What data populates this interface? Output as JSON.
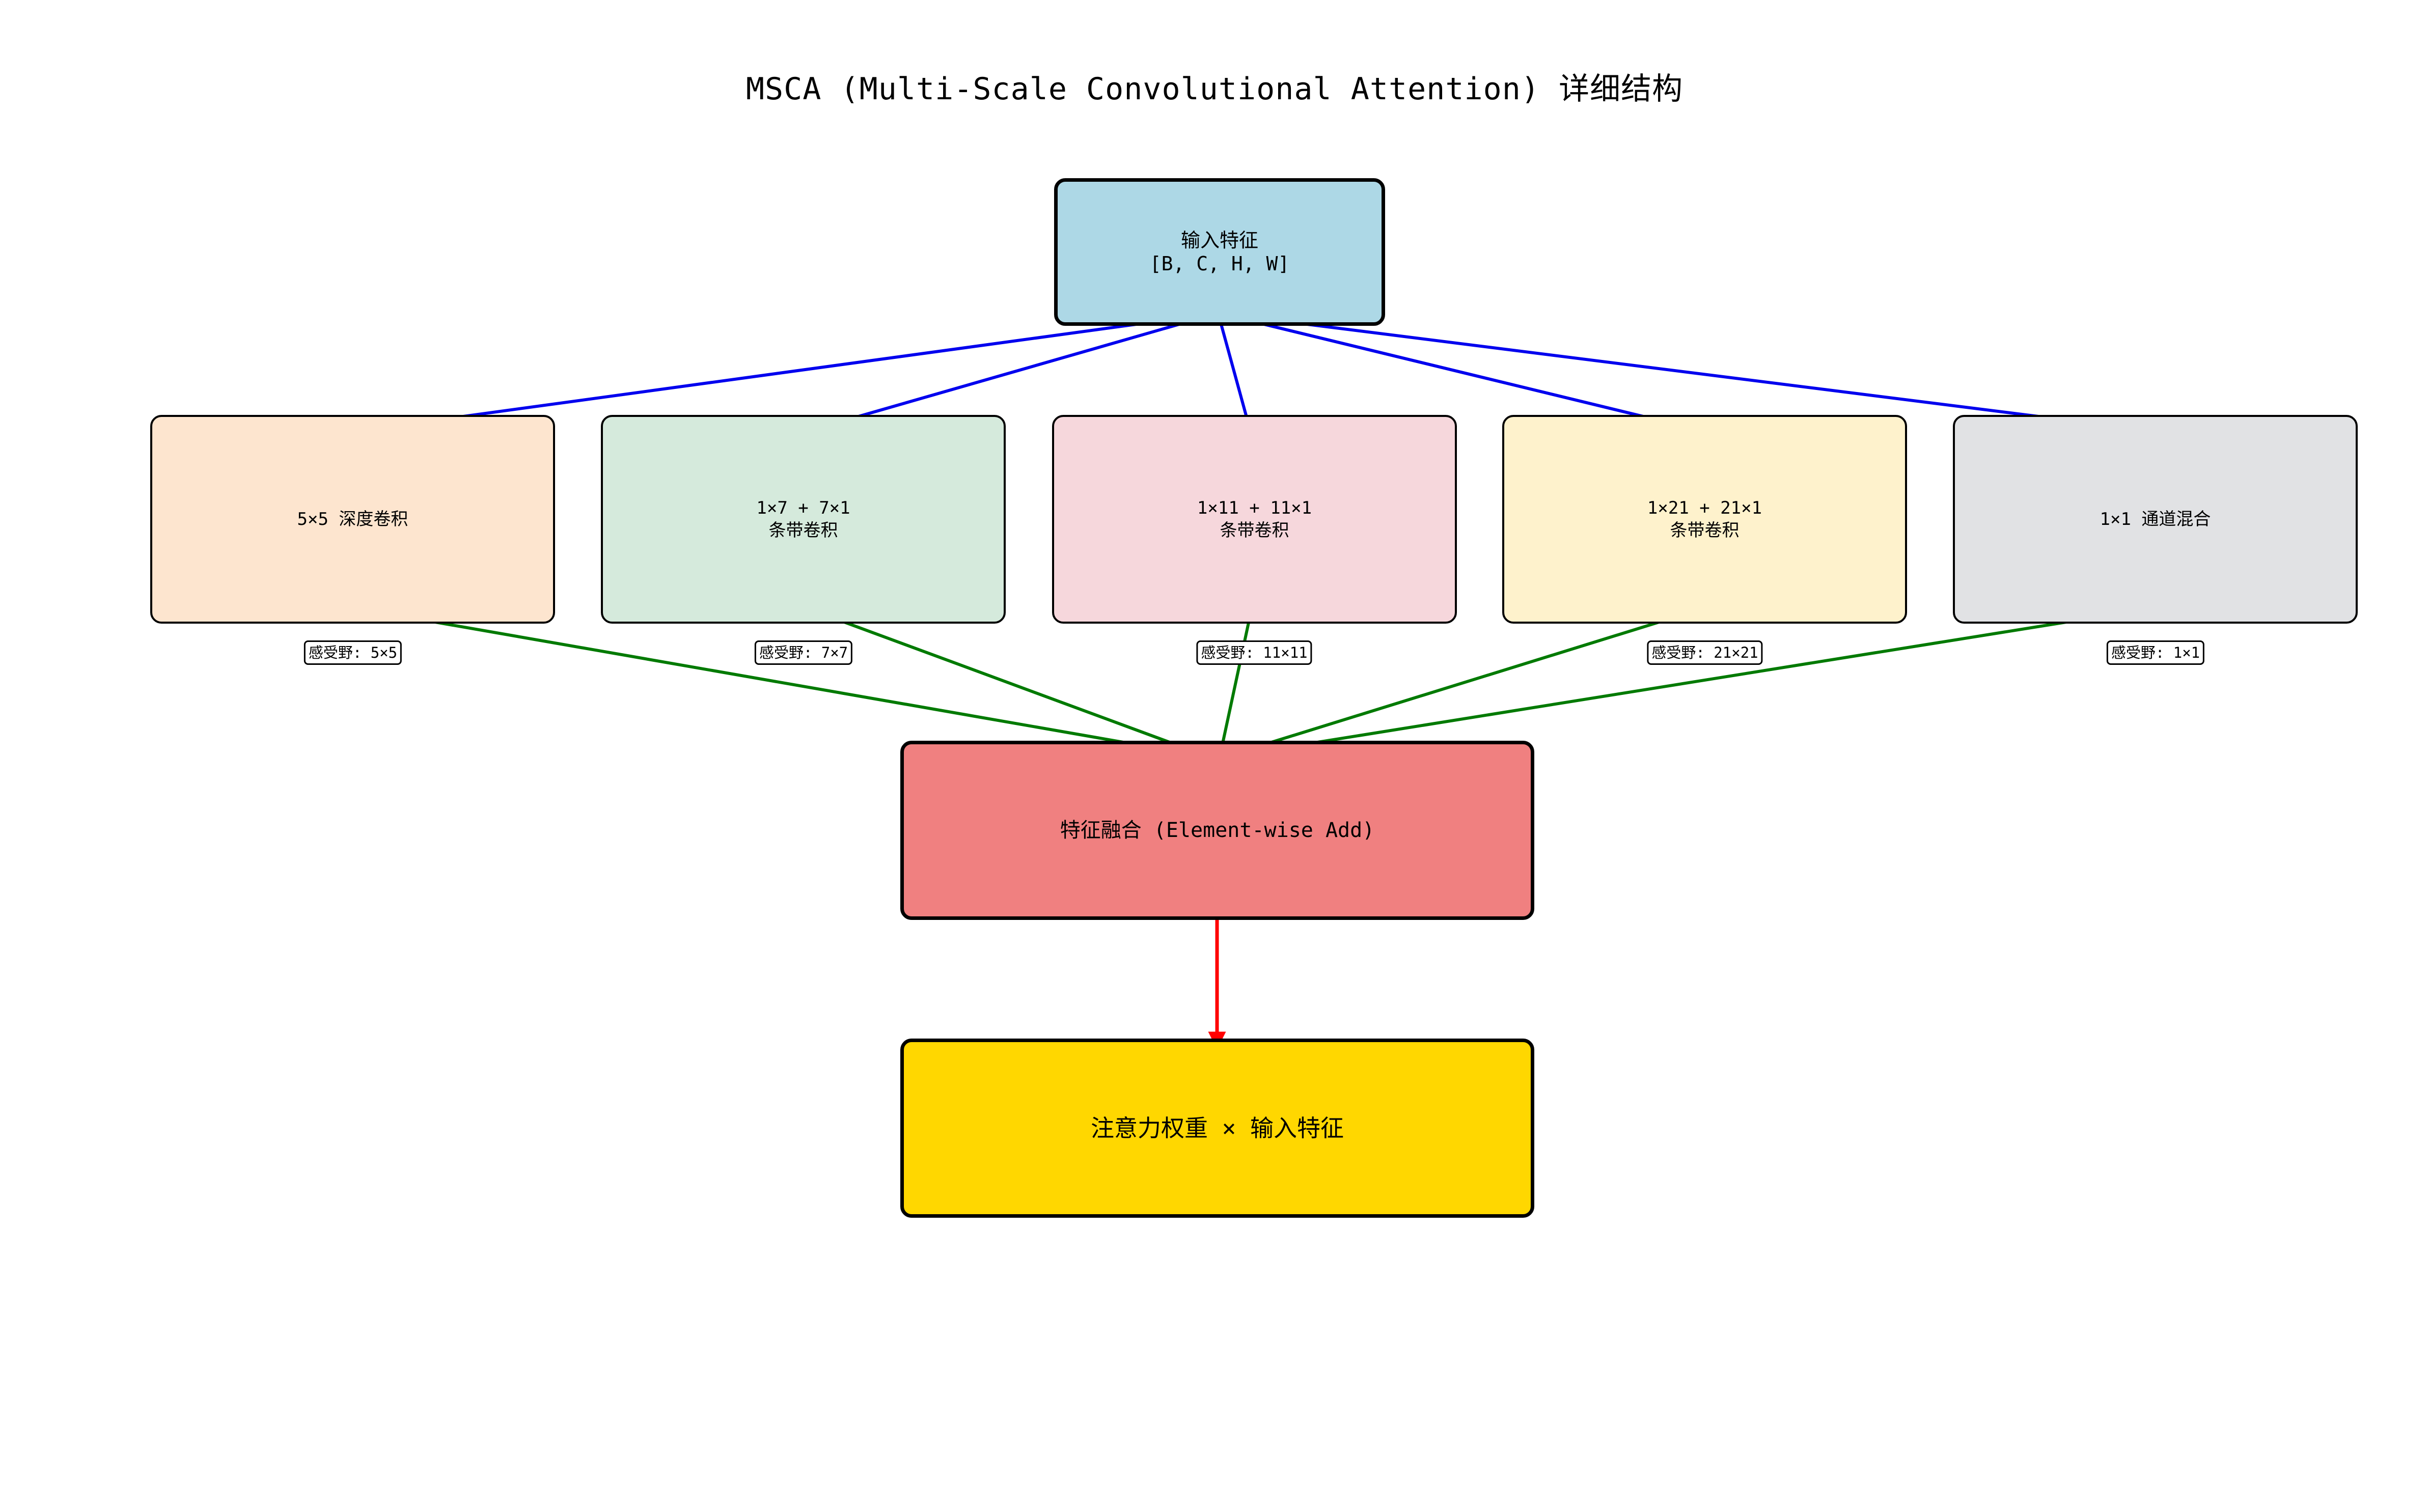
{
  "title": "MSCA (Multi-Scale Convolutional Attention) 详细结构",
  "input": {
    "line1": "输入特征",
    "line2": "[B, C, H, W]",
    "color": "#ADD8E6"
  },
  "branches": [
    {
      "line1": "5×5 深度卷积",
      "line2": "",
      "rf": "感受野: 5×5",
      "color": "#FDE5CF"
    },
    {
      "line1": "1×7 + 7×1",
      "line2": "条带卷积",
      "rf": "感受野: 7×7",
      "color": "#D5EADC"
    },
    {
      "line1": "1×11 + 11×1",
      "line2": "条带卷积",
      "rf": "感受野: 11×11",
      "color": "#F6D7DC"
    },
    {
      "line1": "1×21 + 21×1",
      "line2": "条带卷积",
      "rf": "感受野: 21×21",
      "color": "#FEF2CC"
    },
    {
      "line1": "1×1 通道混合",
      "line2": "",
      "rf": "感受野: 1×1",
      "color": "#E1E2E4"
    }
  ],
  "fusion": {
    "label": "特征融合 (Element-wise Add)",
    "color": "#F08080"
  },
  "output": {
    "label": "注意力权重 × 输入特征",
    "color": "#FFD700"
  },
  "edge_colors": {
    "input_to_branch": "#0000EE",
    "branch_to_fusion": "#007A00",
    "fusion_to_output": "#FF0000"
  }
}
